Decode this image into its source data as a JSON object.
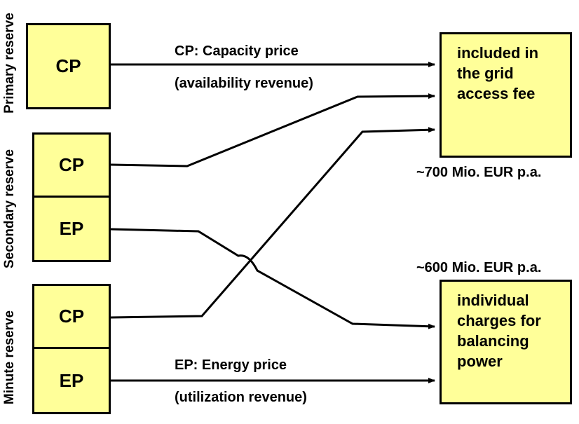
{
  "groups": {
    "primary": "Primary reserve",
    "secondary": "Secondary reserve",
    "minute": "Minute reserve"
  },
  "boxes": {
    "primary_cp": "CP",
    "secondary_cp": "CP",
    "secondary_ep": "EP",
    "minute_cp": "CP",
    "minute_ep": "EP"
  },
  "targets": {
    "grid_fee": [
      "included in",
      "the grid",
      "access fee"
    ],
    "balancing": [
      "individual",
      "charges for",
      "balancing",
      "power"
    ]
  },
  "labels": {
    "cp_title": "CP: Capacity price",
    "cp_sub": "(availability revenue)",
    "ep_title": "EP: Energy price",
    "ep_sub": "(utilization revenue)",
    "grid_amount": "~700 Mio. EUR p.a.",
    "balancing_amount": "~600 Mio. EUR p.a."
  }
}
